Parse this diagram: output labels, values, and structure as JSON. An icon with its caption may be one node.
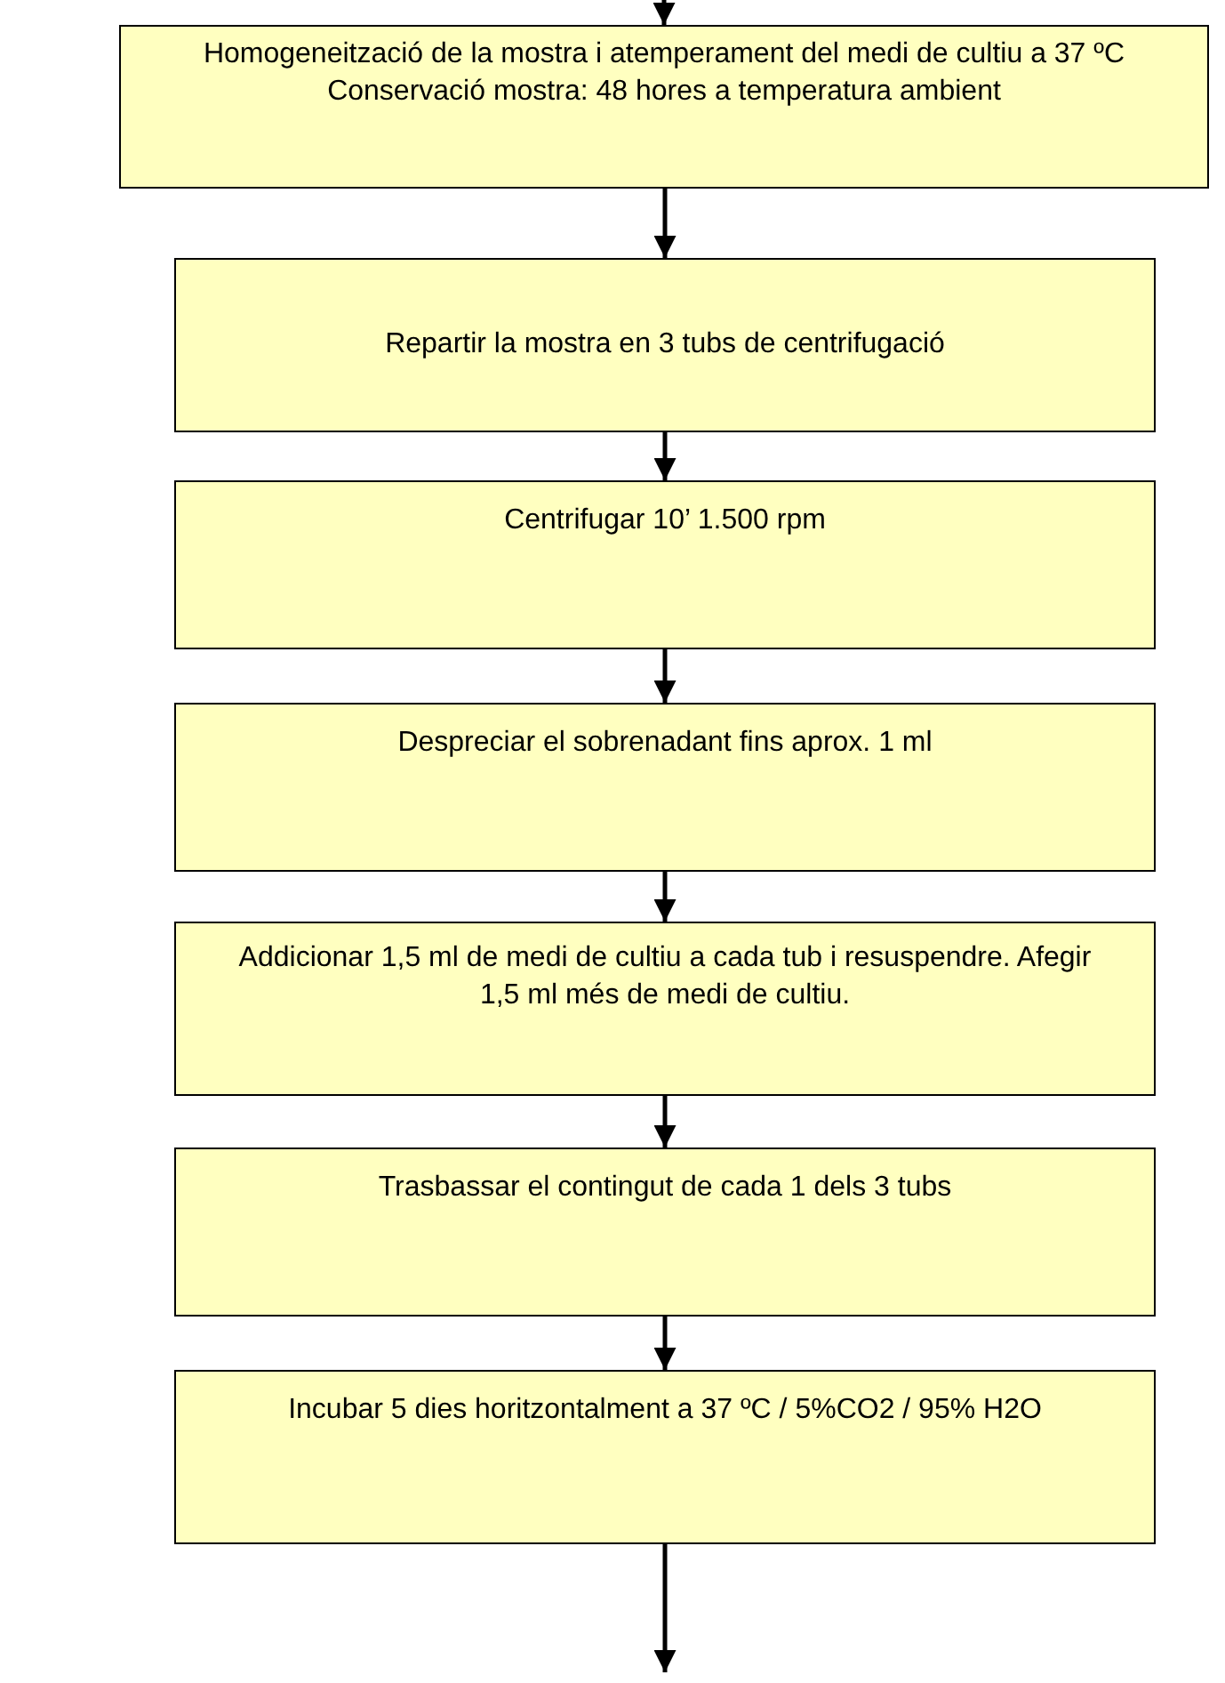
{
  "diagram": {
    "nodes": [
      {
        "text": [
          "Homogeneització de la mostra i atemperament del medi de cultiu a 37 ºC",
          "Conservació mostra: 48 hores a temperatura  ambient"
        ]
      },
      {
        "text": [
          "Repartir la mostra en 3 tubs de centrifugació"
        ]
      },
      {
        "text": [
          "Centrifugar 10’ 1.500 rpm"
        ]
      },
      {
        "text": [
          "Despreciar el sobrenadant fins aprox. 1 ml"
        ]
      },
      {
        "text": [
          "Addicionar 1,5 ml de medi de cultiu a cada tub i resuspendre. Afegir 1,5 ml més de medi de cultiu."
        ]
      },
      {
        "text": [
          "Trasbassar el contingut de cada 1 dels 3 tubs"
        ]
      },
      {
        "text": [
          "Incubar 5 dies horitzontalment a 37 ºC / 5%CO2 / 95% H2O"
        ]
      }
    ],
    "edges": [
      {
        "from": null,
        "to": 0,
        "arrow": "to"
      },
      {
        "from": 0,
        "to": 1,
        "arrow": "to"
      },
      {
        "from": 1,
        "to": 2,
        "arrow": "to"
      },
      {
        "from": 2,
        "to": 3,
        "arrow": "to"
      },
      {
        "from": 3,
        "to": 4,
        "arrow": "to"
      },
      {
        "from": 4,
        "to": 5,
        "arrow": "to"
      },
      {
        "from": 5,
        "to": 6,
        "arrow": "to"
      },
      {
        "from": 6,
        "to": null,
        "arrow": "to"
      }
    ]
  }
}
